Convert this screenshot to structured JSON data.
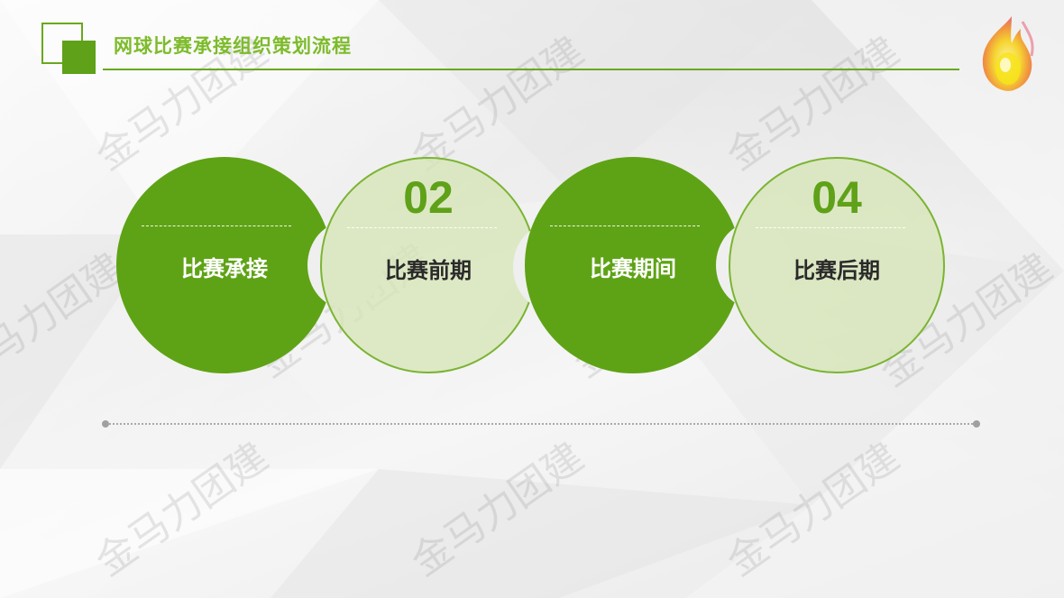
{
  "header": {
    "title": "网球比赛承接组织策划流程"
  },
  "steps": [
    {
      "number": "",
      "label": "比赛承接",
      "style": "dark"
    },
    {
      "number": "02",
      "label": "比赛前期",
      "style": "light"
    },
    {
      "number": "",
      "label": "比赛期间",
      "style": "dark"
    },
    {
      "number": "04",
      "label": "比赛后期",
      "style": "light"
    }
  ],
  "watermark": {
    "text": "金马力团建"
  },
  "colors": {
    "accent_green": "#5fa118",
    "light_green": "#d6e6b6",
    "title_green": "#7dbb2b",
    "background": "#efefef"
  },
  "icons": {
    "header_square": "square-logo-icon",
    "brand": "flame-logo-icon"
  }
}
